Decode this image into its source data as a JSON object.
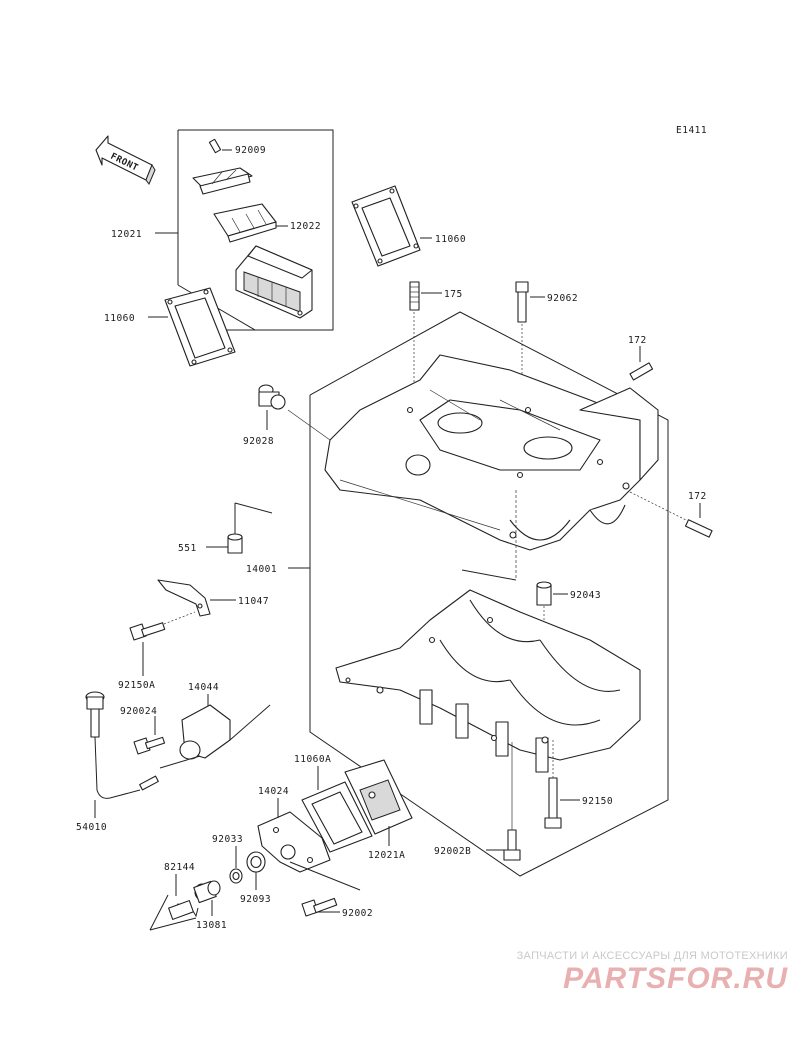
{
  "diagram_id": "E1411",
  "front_label": "FRONT",
  "parts": {
    "p92009": "92009",
    "p12022": "12022",
    "p12021": "12021",
    "p11060_top": "11060",
    "p11060_left": "11060",
    "p175": "175",
    "p92062": "92062",
    "p172_top": "172",
    "p172_right": "172",
    "p92028": "92028",
    "p551": "551",
    "p14001": "14001",
    "p11047": "11047",
    "p92043": "92043",
    "p92150A": "92150A",
    "p14044": "14044",
    "p920024": "920024",
    "p54010": "54010",
    "p11060A": "11060A",
    "p14024": "14024",
    "p92033": "92033",
    "p12021A": "12021A",
    "p92150": "92150",
    "p92002B": "92002B",
    "p82144": "82144",
    "p92093": "92093",
    "p13081": "13081",
    "p92002": "92002"
  },
  "watermark": {
    "tagline": "ЗАПЧАСТИ И АКСЕССУАРЫ ДЛЯ МОТОТЕХНИКИ",
    "logo": "PARTSFOR.RU"
  }
}
